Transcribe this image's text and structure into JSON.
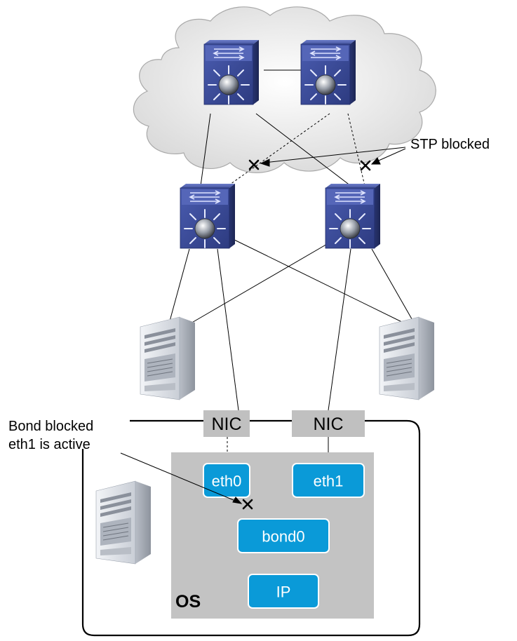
{
  "annotations": {
    "stp_blocked": "STP blocked",
    "bond_blocked_line1": "Bond blocked",
    "bond_blocked_line2": "eth1 is active"
  },
  "host": {
    "nic_left": "NIC",
    "nic_right": "NIC",
    "os_label": "OS",
    "interfaces": {
      "eth0": "eth0",
      "eth1": "eth1",
      "bond0": "bond0",
      "ip": "IP"
    }
  },
  "colors": {
    "interface_box": "#0a9ad8",
    "nic_box": "#c0c0c0",
    "os_area": "#c3c3c3",
    "switch_body": "#3d4f9e",
    "cloud_fill": "#eeeeee"
  },
  "icons": [
    "cloud-icon",
    "layer3-switch-icon",
    "server-tower-icon"
  ]
}
